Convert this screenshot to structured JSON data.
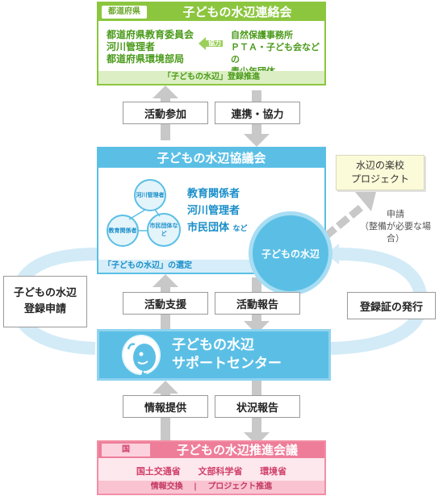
{
  "prefecture": {
    "tag": "都道府県",
    "title": "子どもの水辺連絡会",
    "left_lines": [
      "都道府県教育委員会",
      "河川管理者",
      "都道府県環境部局"
    ],
    "arrow_label": "協力",
    "right_lines": [
      "自然保護事務所",
      "ＰＴＡ・子ども会などの",
      "青少年団体"
    ],
    "footer": "「子どもの水辺」登録推進"
  },
  "upper_labels": {
    "left": "活動参加",
    "right": "連携・協力"
  },
  "council": {
    "title": "子どもの水辺協議会",
    "circles": [
      "河川管理者",
      "教育関係者",
      "市民団体など"
    ],
    "members": [
      "教育関係者",
      "河川管理者",
      "市民団体"
    ],
    "members_suffix": "など",
    "footer": "「子どもの水辺」の選定"
  },
  "water_circle": "子どもの水辺",
  "school_project": {
    "lines": [
      "水辺の楽校",
      "プロジェクト"
    ]
  },
  "apply_note": {
    "line1": "申請",
    "line2": "（整備が必要な場合）"
  },
  "left_box": {
    "lines": [
      "子どもの水辺",
      "登録申請"
    ]
  },
  "right_box": "登録証の発行",
  "middle_labels": {
    "left": "活動支援",
    "right": "活動報告"
  },
  "support_center": {
    "lines": [
      "子どもの水辺",
      "サポートセンター"
    ]
  },
  "lower_labels": {
    "left": "情報提供",
    "right": "状況報告"
  },
  "national": {
    "tag": "国",
    "title": "子どもの水辺推進会議",
    "ministries": [
      "国土交通省",
      "文部科学省",
      "環境省"
    ],
    "footer_left": "情報交換",
    "footer_sep": "|",
    "footer_right": "プロジェクト推進"
  },
  "colors": {
    "green": "#8cc63f",
    "blue": "#5bbfe5",
    "pink": "#ee7d99",
    "loop": "#d3ebf7",
    "arrow_gray": "#c8c8c8"
  }
}
